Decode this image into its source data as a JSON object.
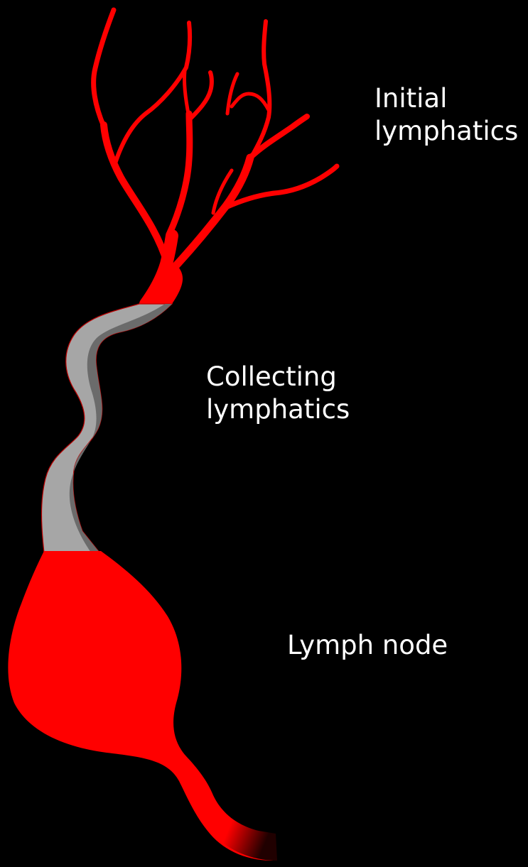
{
  "labels": {
    "initial": {
      "line1": "Initial",
      "line2": "lymphatics"
    },
    "collecting": {
      "line1": "Collecting",
      "line2": "lymphatics"
    },
    "node": {
      "line1": "Lymph node"
    }
  },
  "colors": {
    "background": "#000000",
    "initial_lymphatics": "#ff0000",
    "collecting_lymphatics": "#a6a6a6",
    "collecting_shadow": "#6b6b6b",
    "lymph_node": "#ff0000",
    "text": "#ffffff"
  }
}
